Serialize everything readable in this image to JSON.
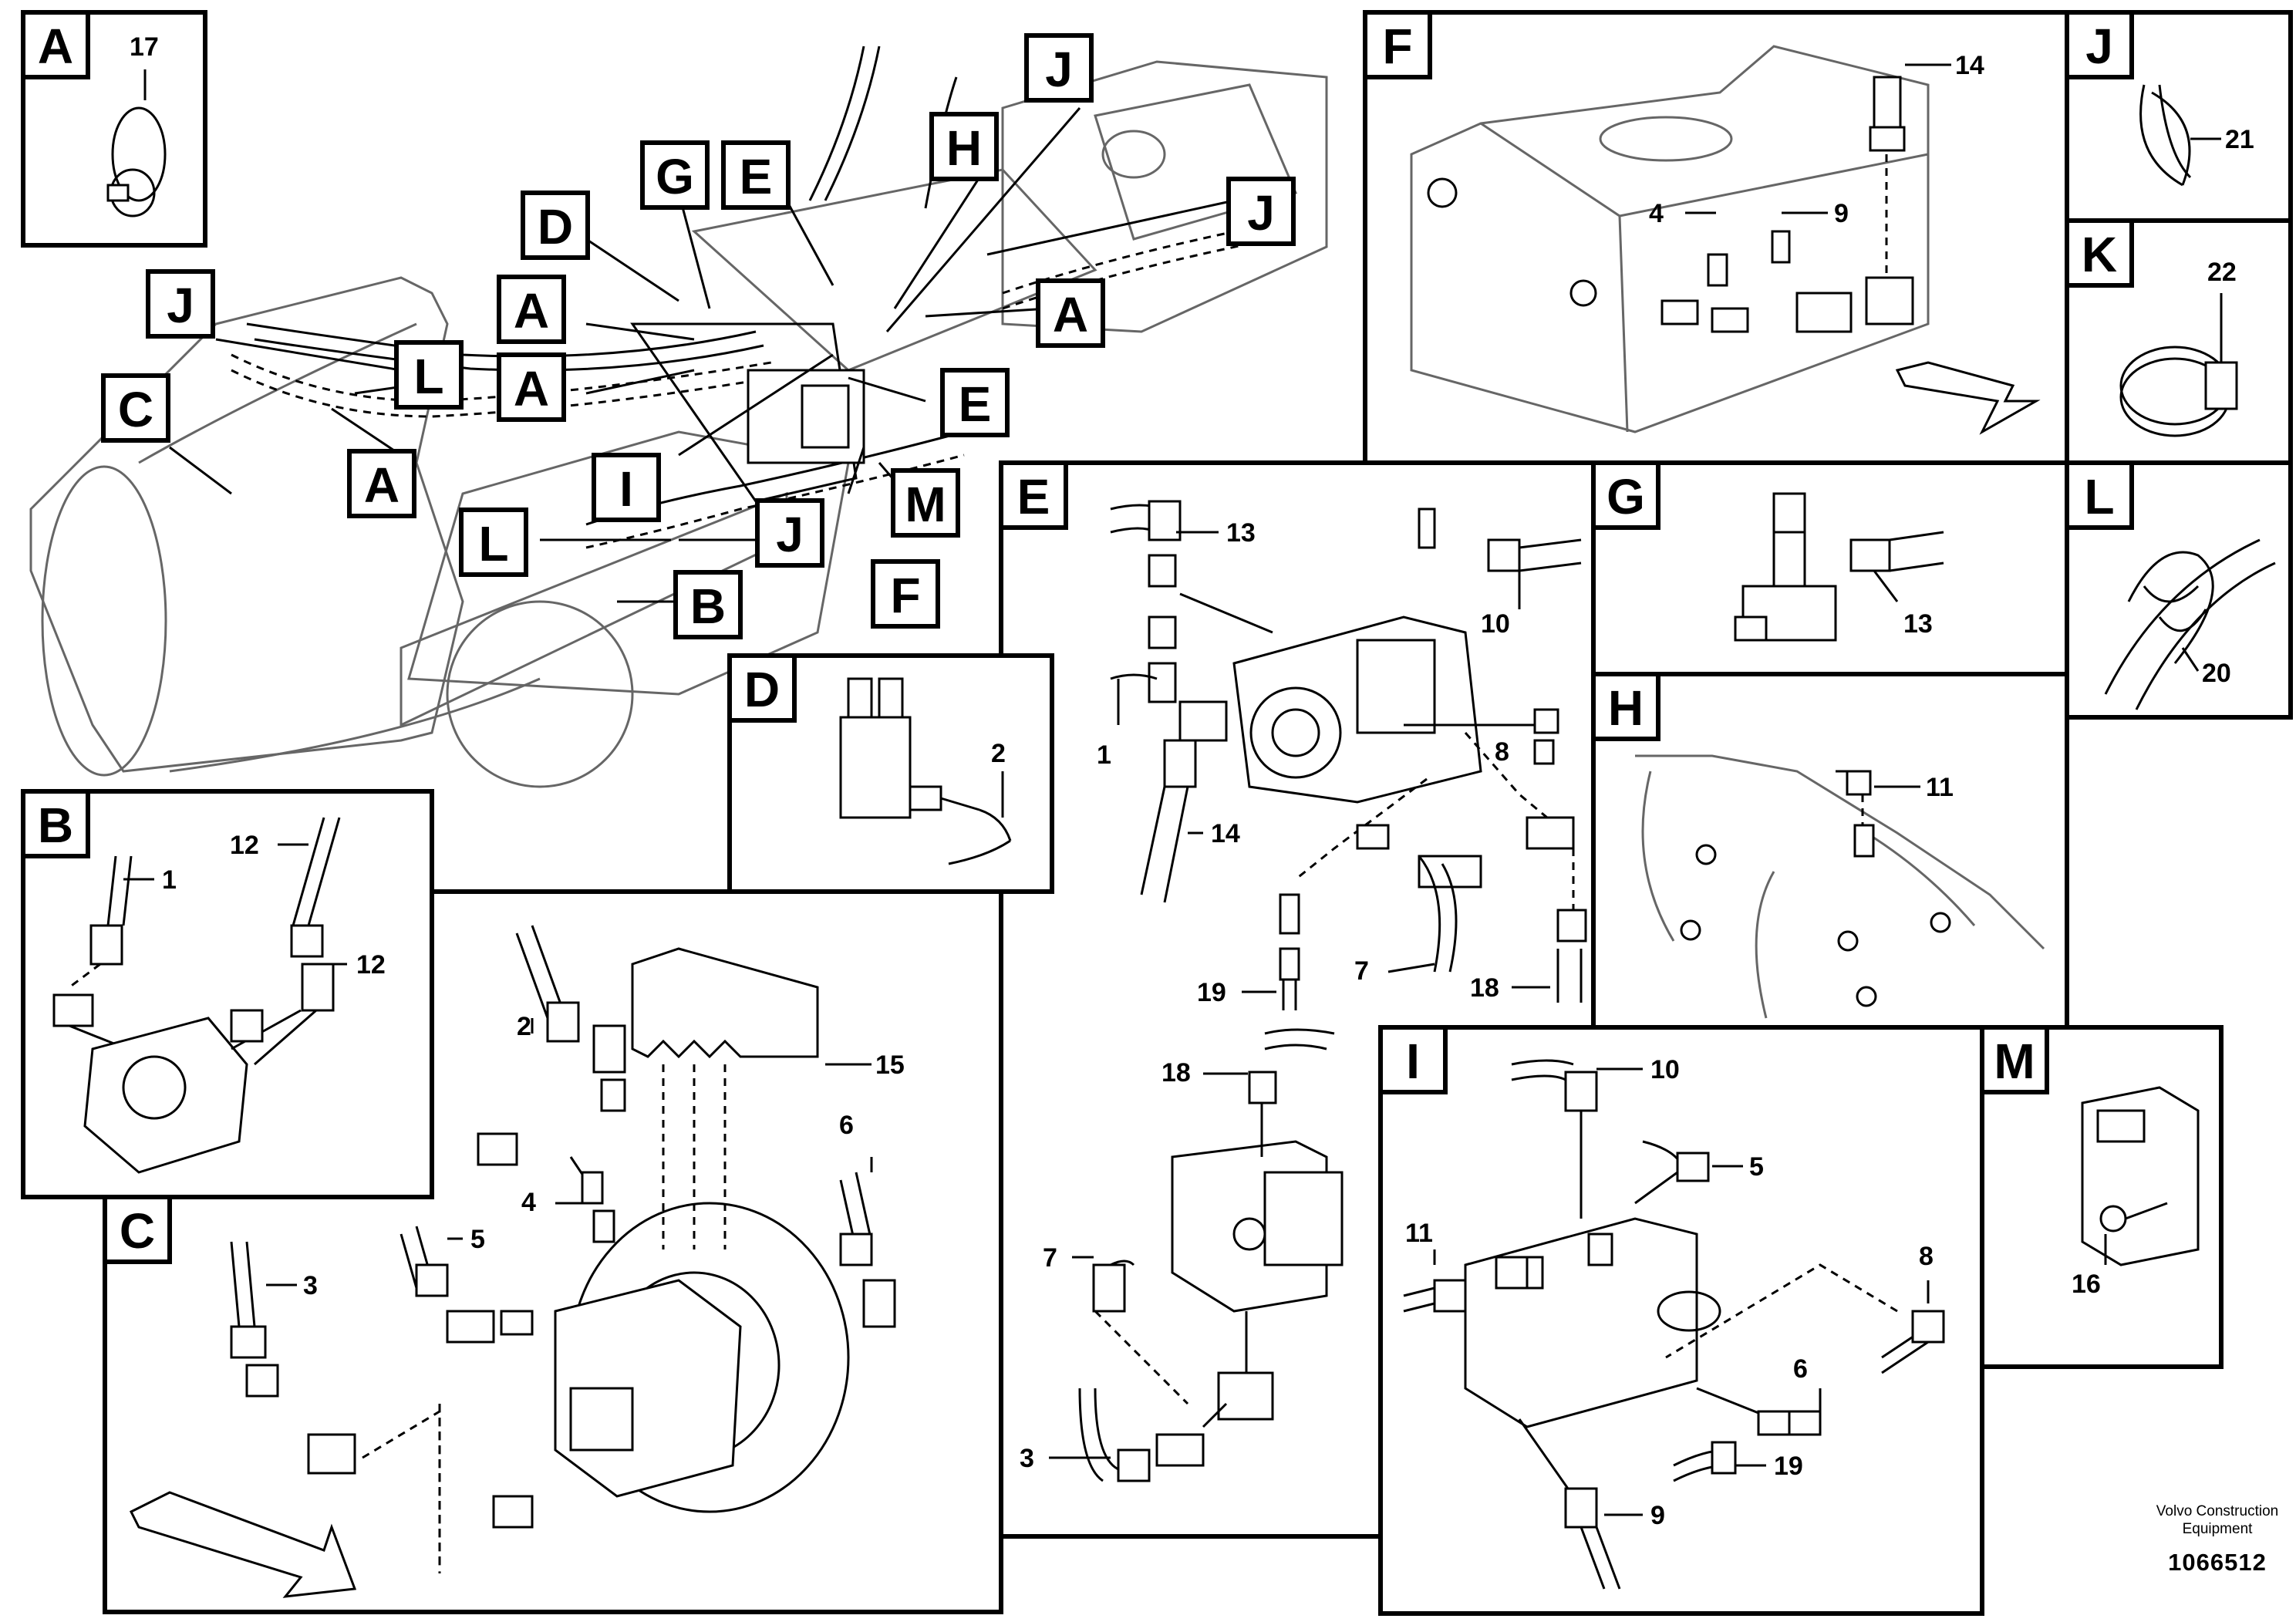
{
  "panels": {
    "A": {
      "letter": "A",
      "parts": [
        "17"
      ]
    },
    "B": {
      "letter": "B",
      "parts": [
        "1",
        "12",
        "12"
      ]
    },
    "C": {
      "letter": "C",
      "parts": [
        "2",
        "15",
        "4",
        "5",
        "3",
        "6"
      ]
    },
    "D": {
      "letter": "D",
      "parts": [
        "2"
      ]
    },
    "E": {
      "letter": "E",
      "parts": [
        "13",
        "10",
        "1",
        "8",
        "14",
        "19",
        "7",
        "18"
      ]
    },
    "E2": {
      "parts": [
        "18",
        "7",
        "3"
      ]
    },
    "F": {
      "letter": "F",
      "parts": [
        "14",
        "4",
        "9"
      ]
    },
    "G": {
      "letter": "G",
      "parts": [
        "13"
      ]
    },
    "H": {
      "letter": "H",
      "parts": [
        "11"
      ]
    },
    "I": {
      "letter": "I",
      "parts": [
        "10",
        "5",
        "11",
        "8",
        "6",
        "19",
        "9"
      ]
    },
    "J": {
      "letter": "J",
      "parts": [
        "21"
      ]
    },
    "K": {
      "letter": "K",
      "parts": [
        "22"
      ]
    },
    "L": {
      "letter": "L",
      "parts": [
        "20"
      ]
    },
    "M": {
      "letter": "M",
      "parts": [
        "16"
      ]
    }
  },
  "overview_callouts": [
    "J",
    "C",
    "L",
    "A",
    "D",
    "G",
    "E",
    "H",
    "J",
    "A",
    "A",
    "A",
    "E",
    "I",
    "M",
    "L",
    "J",
    "B",
    "F"
  ],
  "credit": {
    "line1": "Volvo Construction",
    "line2": "Equipment",
    "number": "1066512"
  }
}
